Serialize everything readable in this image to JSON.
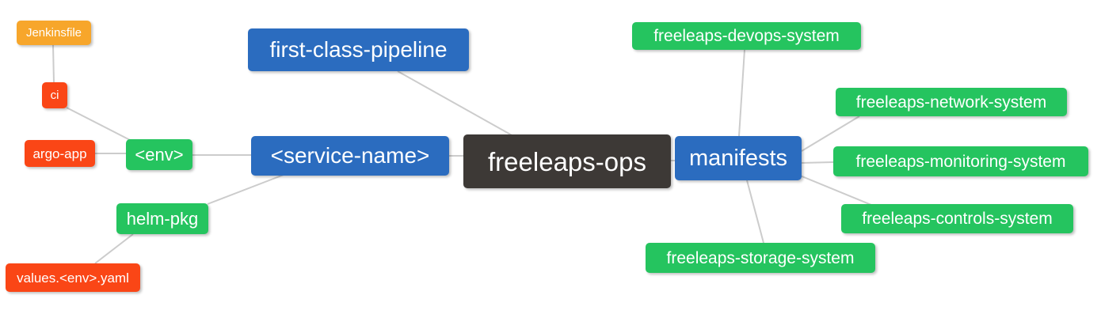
{
  "diagram": {
    "type": "mindmap",
    "root_label": "freeleaps-ops",
    "colors": {
      "root_bg": "#3d3936",
      "branch_blue": "#2b6cbf",
      "leaf_green": "#25c45f",
      "leaf_red": "#fa4616",
      "leaf_orange": "#f7a62b",
      "edge": "#cccccc",
      "text": "#ffffff",
      "background": "#ffffff"
    },
    "nodes": [
      {
        "id": "jenkinsfile",
        "label": "Jenkinsfile",
        "color": "orange"
      },
      {
        "id": "ci",
        "label": "ci",
        "color": "red"
      },
      {
        "id": "argo-app",
        "label": "argo-app",
        "color": "red"
      },
      {
        "id": "env",
        "label": "<env>",
        "color": "green"
      },
      {
        "id": "first-class-pipeline",
        "label": "first-class-pipeline",
        "color": "blue"
      },
      {
        "id": "service-name",
        "label": "<service-name>",
        "color": "blue"
      },
      {
        "id": "freeleaps-ops",
        "label": "freeleaps-ops",
        "color": "dark"
      },
      {
        "id": "manifests",
        "label": "manifests",
        "color": "blue"
      },
      {
        "id": "helm-pkg",
        "label": "helm-pkg",
        "color": "green"
      },
      {
        "id": "values-env-yaml",
        "label": "values.<env>.yaml",
        "color": "red"
      },
      {
        "id": "freeleaps-devops-system",
        "label": "freeleaps-devops-system",
        "color": "green"
      },
      {
        "id": "freeleaps-network-system",
        "label": "freeleaps-network-system",
        "color": "green"
      },
      {
        "id": "freeleaps-monitoring-system",
        "label": "freeleaps-monitoring-system",
        "color": "green"
      },
      {
        "id": "freeleaps-controls-system",
        "label": "freeleaps-controls-system",
        "color": "green"
      },
      {
        "id": "freeleaps-storage-system",
        "label": "freeleaps-storage-system",
        "color": "green"
      }
    ],
    "edges": [
      [
        "jenkinsfile",
        "ci"
      ],
      [
        "ci",
        "env"
      ],
      [
        "argo-app",
        "env"
      ],
      [
        "env",
        "service-name"
      ],
      [
        "helm-pkg",
        "service-name"
      ],
      [
        "values-env-yaml",
        "helm-pkg"
      ],
      [
        "first-class-pipeline",
        "freeleaps-ops"
      ],
      [
        "service-name",
        "freeleaps-ops"
      ],
      [
        "freeleaps-ops",
        "manifests"
      ],
      [
        "manifests",
        "freeleaps-devops-system"
      ],
      [
        "manifests",
        "freeleaps-network-system"
      ],
      [
        "manifests",
        "freeleaps-monitoring-system"
      ],
      [
        "manifests",
        "freeleaps-controls-system"
      ],
      [
        "manifests",
        "freeleaps-storage-system"
      ]
    ]
  }
}
